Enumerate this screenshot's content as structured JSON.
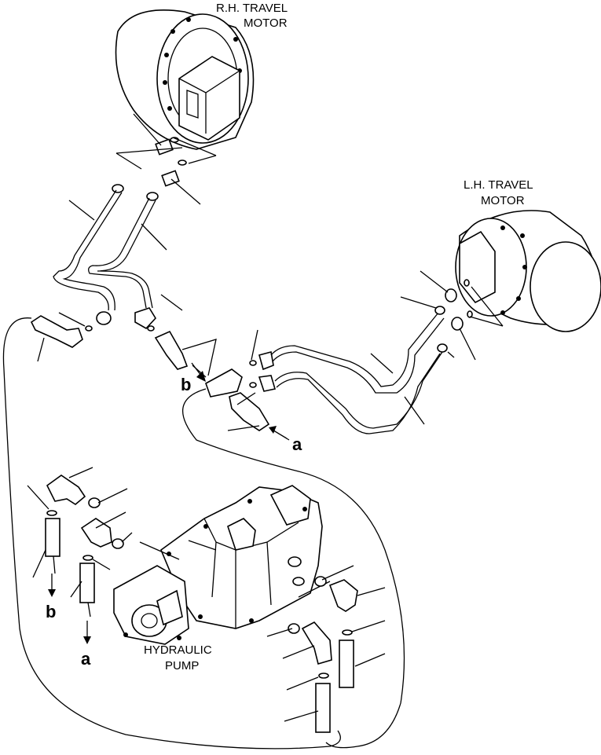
{
  "labels": {
    "rh_motor_line1": "R.H. TRAVEL",
    "rh_motor_line2": "MOTOR",
    "lh_motor_line1": "L.H. TRAVEL",
    "lh_motor_line2": "MOTOR",
    "pump_line1": "HYDRAULIC",
    "pump_line2": "PUMP",
    "connection_a_upper": "a",
    "connection_b_upper": "b",
    "connection_a_lower": "a",
    "connection_b_lower": "b"
  }
}
